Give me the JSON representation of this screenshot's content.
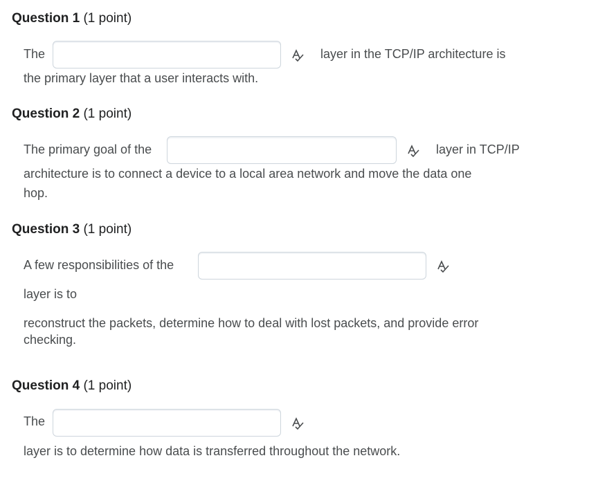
{
  "questions": [
    {
      "title": "Question 1",
      "points": "(1 point)",
      "before": "The",
      "after": "layer in the TCP/IP architecture is",
      "line2": "the primary layer that a user interacts with.",
      "answer": ""
    },
    {
      "title": "Question 2",
      "points": "(1 point)",
      "before": "The primary goal of the",
      "after": "layer in TCP/IP",
      "line2": "architecture is to connect a device to a local area network and move the data one",
      "line3": "hop.",
      "answer": ""
    },
    {
      "title": "Question 3",
      "points": "(1 point)",
      "before": "A few responsibilities of the",
      "line2": "layer is to",
      "line3": "reconstruct the packets, determine how to deal with lost packets, and provide error",
      "line4": "checking.",
      "answer": ""
    },
    {
      "title": "Question 4",
      "points": "(1 point)",
      "before": "The",
      "line2": "layer is to determine how data is transferred throughout the network.",
      "answer": ""
    }
  ],
  "icons": {
    "spellcheck": "spellcheck-icon"
  }
}
